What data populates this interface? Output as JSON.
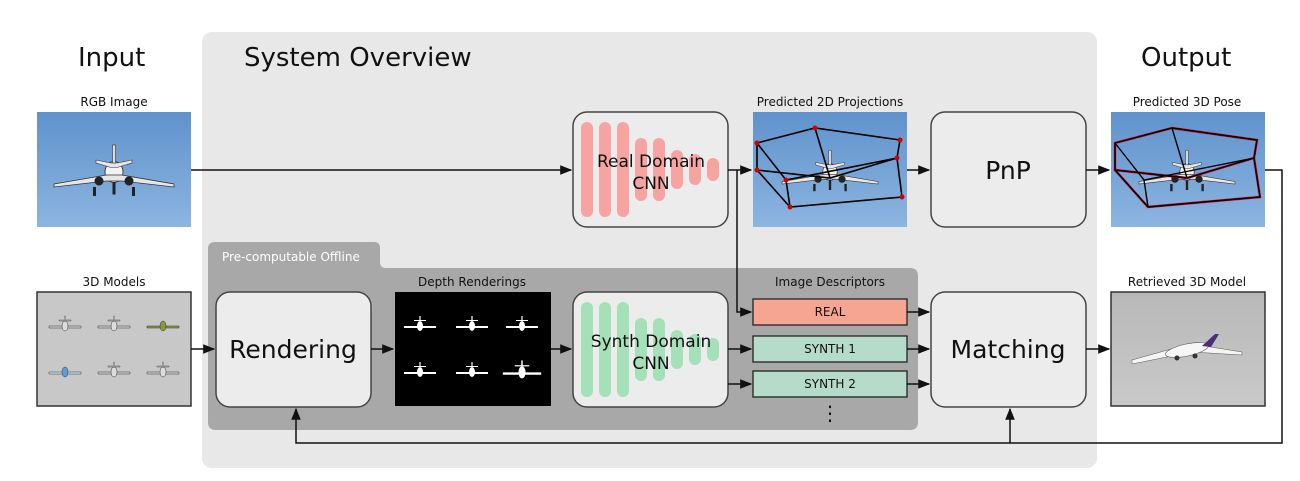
{
  "headings": {
    "input": "Input",
    "system": "System Overview",
    "output": "Output"
  },
  "captions": {
    "rgb_image": "RGB Image",
    "models_3d": "3D Models",
    "depth_renderings": "Depth Renderings",
    "predicted_2d": "Predicted 2D Projections",
    "image_descriptors": "Image Descriptors",
    "predicted_3d": "Predicted 3D Pose",
    "retrieved_model": "Retrieved 3D Model"
  },
  "offline_label": "Pre-computable Offline",
  "boxes": {
    "real_cnn": [
      "Real Domain",
      "CNN"
    ],
    "synth_cnn": [
      "Synth Domain",
      "CNN"
    ],
    "rendering": "Rendering",
    "pnp": "PnP",
    "matching": "Matching"
  },
  "descriptors": {
    "real": "REAL",
    "synth1": "SYNTH 1",
    "synth2": "SYNTH 2",
    "more": "⋮"
  },
  "colors": {
    "real": "#f7a593",
    "synth": "#b5dccb",
    "real_bars": "#f6a3a1",
    "synth_bars": "#a4e0b8",
    "sky": "#6f9fd4",
    "pose_box": "#d4002a"
  }
}
